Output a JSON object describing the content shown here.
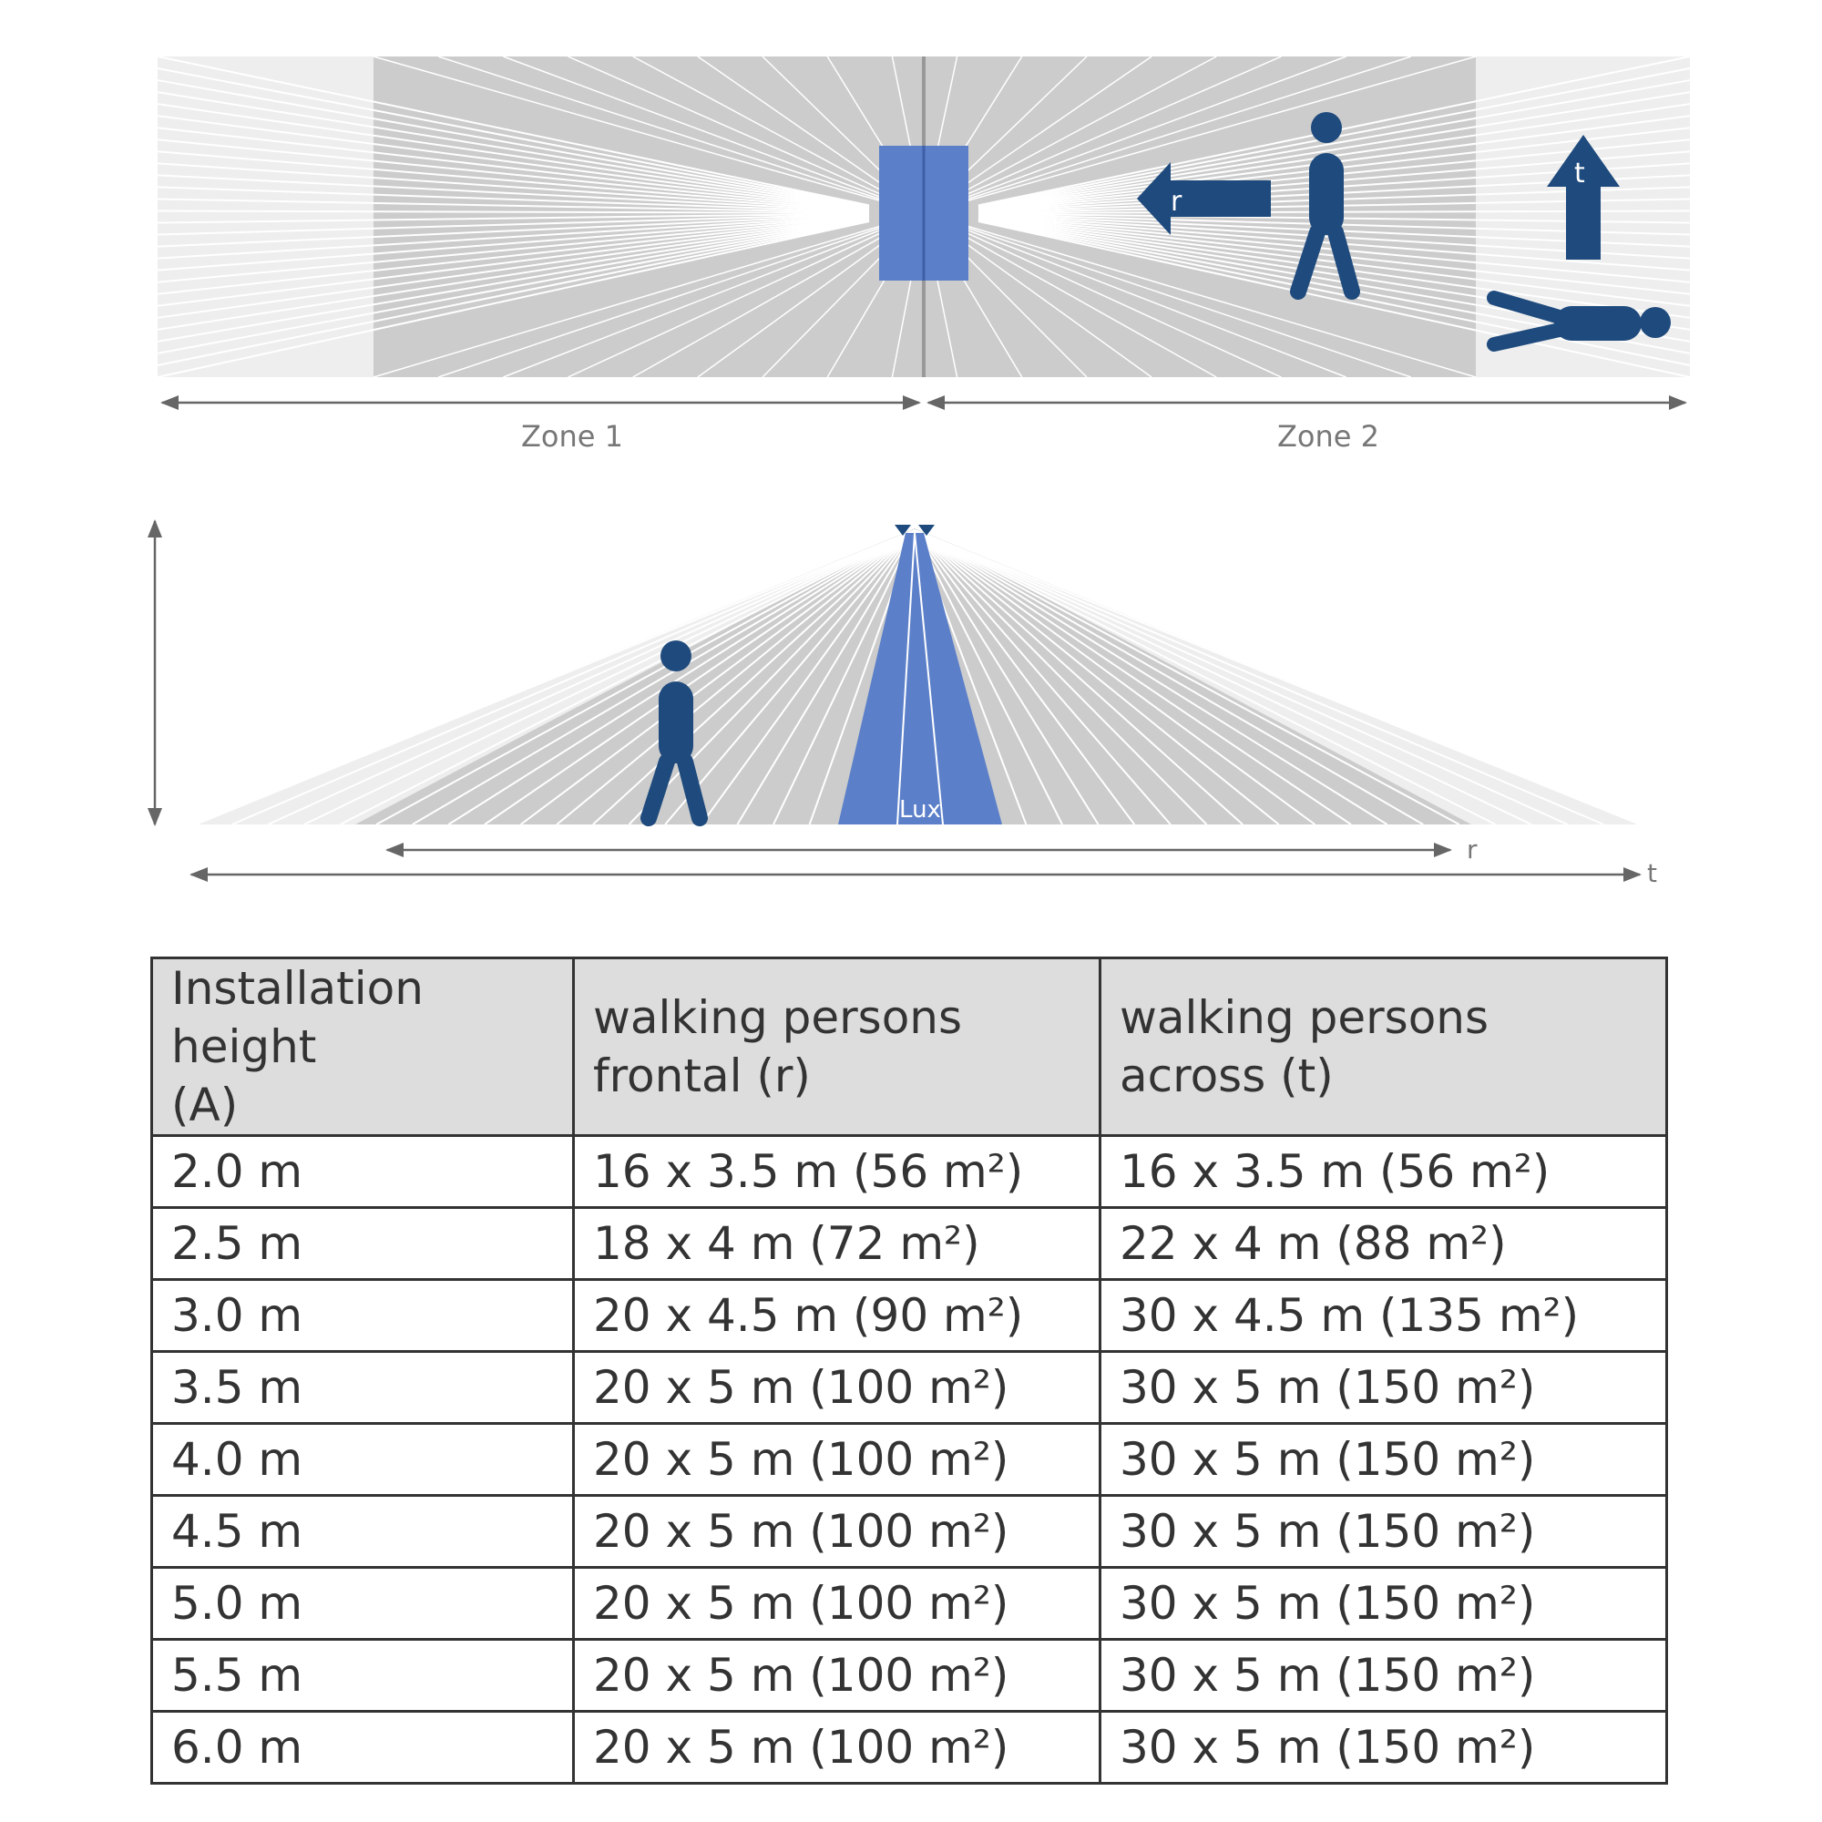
{
  "diagram": {
    "zone_labels": [
      "Zone 1",
      "Zone 2"
    ],
    "direction_labels": {
      "frontal": "r",
      "across": "t"
    },
    "sensor_label": "Lux",
    "colors": {
      "figure": "#1e4a7d",
      "sensor": "#5b7fc9",
      "field": "#cccccc",
      "field_light": "#eeeeee",
      "line": "#666666"
    },
    "icons": [
      "walking-person-icon",
      "lying-person-icon",
      "arrow-left-icon",
      "arrow-up-icon",
      "sensor-icon"
    ]
  },
  "table": {
    "headers": [
      [
        "Installation height",
        "(A)"
      ],
      [
        "walking persons",
        "frontal (r)"
      ],
      [
        "walking persons",
        "across (t)"
      ]
    ],
    "rows": [
      [
        "2.0 m",
        "16 x 3.5 m (56 m²)",
        "16 x 3.5 m (56 m²)"
      ],
      [
        "2.5 m",
        "18 x 4 m (72 m²)",
        "22 x 4 m (88 m²)"
      ],
      [
        "3.0 m",
        "20 x 4.5 m (90 m²)",
        "30 x 4.5 m (135 m²)"
      ],
      [
        "3.5 m",
        "20 x 5 m (100 m²)",
        "30 x 5 m (150 m²)"
      ],
      [
        "4.0 m",
        "20 x 5 m (100 m²)",
        "30 x 5 m (150 m²)"
      ],
      [
        "4.5 m",
        "20 x 5 m (100 m²)",
        "30 x 5 m (150 m²)"
      ],
      [
        "5.0 m",
        "20 x 5 m (100 m²)",
        "30 x 5 m (150 m²)"
      ],
      [
        "5.5 m",
        "20 x 5 m (100 m²)",
        "30 x 5 m (150 m²)"
      ],
      [
        "6.0 m",
        "20 x 5 m (100 m²)",
        "30 x 5 m (150 m²)"
      ]
    ]
  }
}
